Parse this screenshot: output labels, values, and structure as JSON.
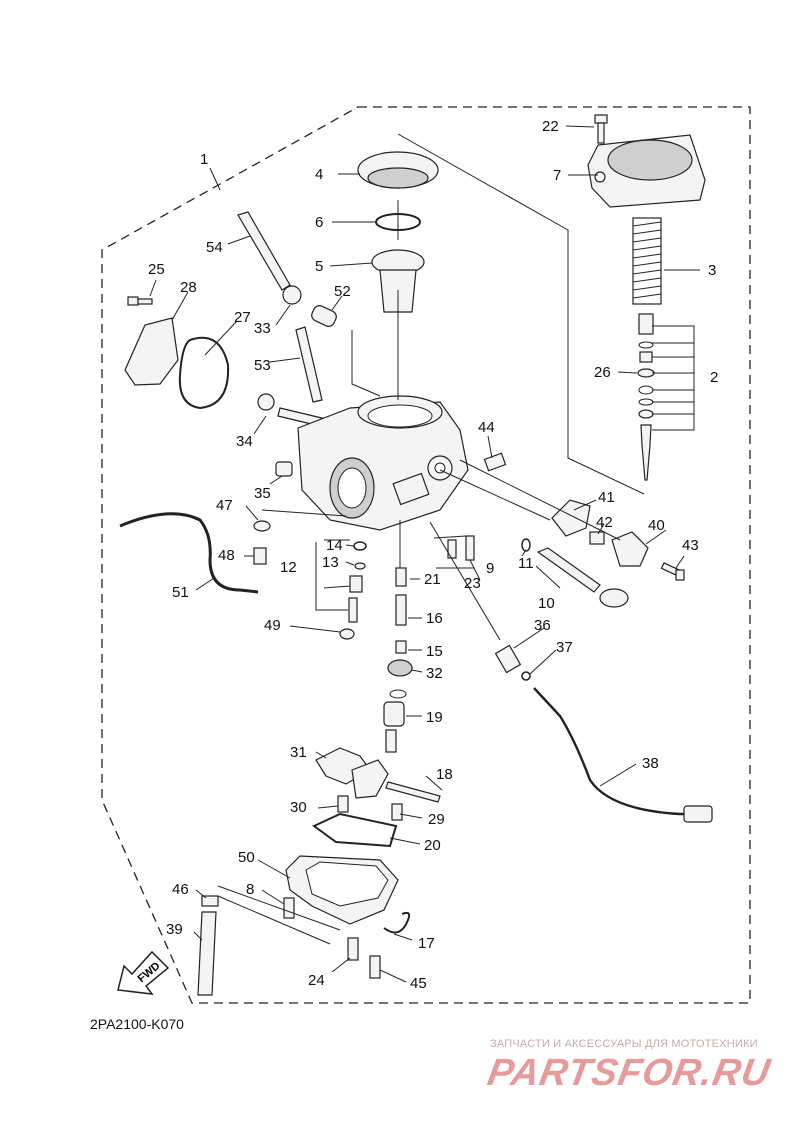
{
  "diagram_code": "2PA2100-K070",
  "fwd_label": "FWD",
  "watermark": {
    "caption": "ЗАПЧАСТИ И АКСЕССУАРЫ ДЛЯ МОТОТЕХНИКИ",
    "logo": "PARTSFOR.RU"
  },
  "callouts": {
    "n1": "1",
    "n2": "2",
    "n3": "3",
    "n4": "4",
    "n5": "5",
    "n6": "6",
    "n7": "7",
    "n8": "8",
    "n9": "9",
    "n10": "10",
    "n11": "11",
    "n12": "12",
    "n13": "13",
    "n14": "14",
    "n15": "15",
    "n16": "16",
    "n17": "17",
    "n18": "18",
    "n19": "19",
    "n20": "20",
    "n21": "21",
    "n22": "22",
    "n23": "23",
    "n24": "24",
    "n25": "25",
    "n26": "26",
    "n27": "27",
    "n28": "28",
    "n29": "29",
    "n30": "30",
    "n31": "31",
    "n32": "32",
    "n33": "33",
    "n34": "34",
    "n35": "35",
    "n36": "36",
    "n37": "37",
    "n38": "38",
    "n39": "39",
    "n40": "40",
    "n41": "41",
    "n42": "42",
    "n43": "43",
    "n44": "44",
    "n45": "45",
    "n46": "46",
    "n47": "47",
    "n48": "48",
    "n49": "49",
    "n50": "50",
    "n51": "51",
    "n52": "52",
    "n53": "53",
    "n54": "54"
  }
}
